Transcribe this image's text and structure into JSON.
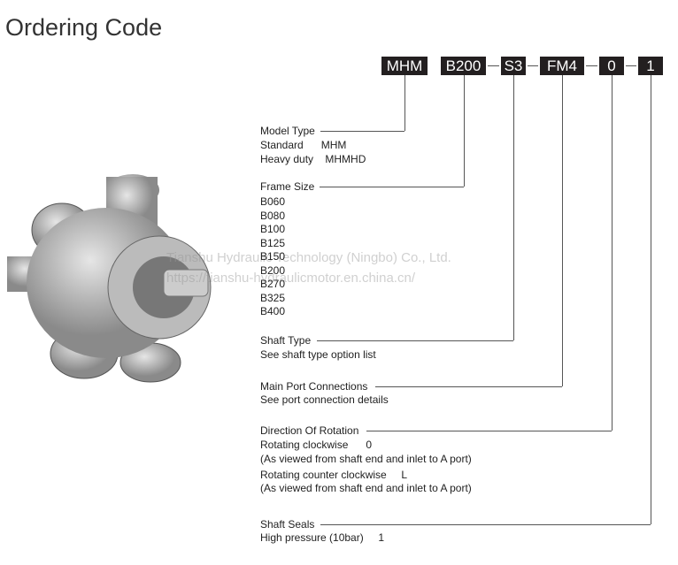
{
  "title": "Ordering Code",
  "code": [
    "MHM",
    "B200",
    "S3",
    "FM4",
    "0",
    "1"
  ],
  "model_type": {
    "label": "Model Type",
    "rows": [
      "Standard      MHM",
      "Heavy duty    MHMHD"
    ]
  },
  "frame_size": {
    "label": "Frame Size",
    "options": [
      "B060",
      "B080",
      "B100",
      "B125",
      "B150",
      "B200",
      "B270",
      "B325",
      "B400"
    ]
  },
  "shaft_type": {
    "label": "Shaft Type",
    "desc": "See shaft type option list"
  },
  "main_port": {
    "label": "Main Port Connections",
    "desc": "See port connection details"
  },
  "rotation": {
    "label": "Direction Of Rotation",
    "cw": "Rotating clockwise      0",
    "cw_note": "(As viewed from shaft end and inlet to A port)",
    "ccw": "Rotating counter clockwise     L",
    "ccw_note": "(As viewed from shaft end and inlet to A port)"
  },
  "shaft_seals": {
    "label": "Shaft Seals",
    "desc": "High pressure (10bar)     1"
  },
  "watermark": {
    "line1": "Tianshu Hydraulic Technology (Ningbo) Co., Ltd.",
    "line2": "https://tianshu-hydraulicmotor.en.china.cn/"
  }
}
